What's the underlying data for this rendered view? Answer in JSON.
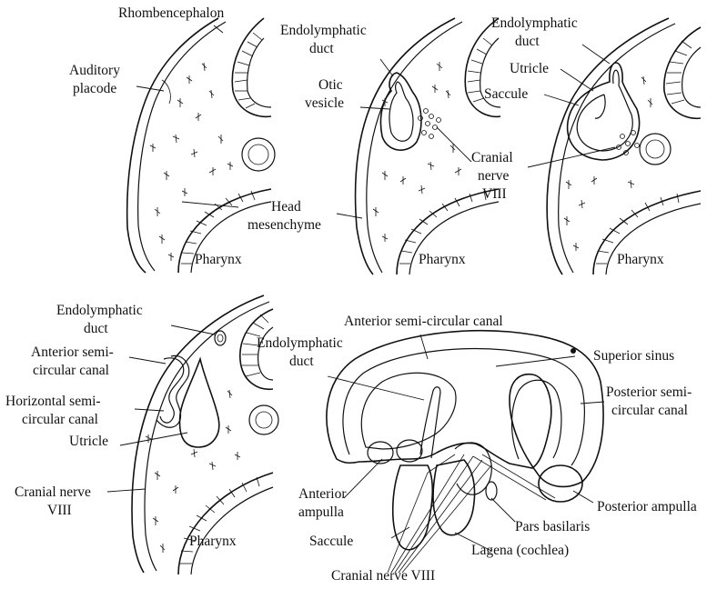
{
  "labels": {
    "rhombencephalon": "Rhombencephalon",
    "auditory_placode_1": "Auditory",
    "auditory_placode_2": "placode",
    "head_mesenchyme_1": "Head",
    "head_mesenchyme_2": "mesenchyme",
    "pharynx_1": "Pharynx",
    "endolymphatic_duct_1_a": "Endolymphatic",
    "endolymphatic_duct_1_b": "duct",
    "otic_vesicle_1": "Otic",
    "otic_vesicle_2": "vesicle",
    "cranial_nerve_1": "Cranial",
    "cranial_nerve_2": "nerve",
    "cranial_nerve_3": "VIII",
    "pharynx_2": "Pharynx",
    "endolymphatic_duct_3_a": "Endolymphatic",
    "endolymphatic_duct_3_b": "duct",
    "utricle_3": "Utricle",
    "saccule_3": "Saccule",
    "pharynx_3": "Pharynx",
    "endolymphatic_duct_4_a": "Endolymphatic",
    "endolymphatic_duct_4_b": "duct",
    "anterior_canal_4_a": "Anterior semi-",
    "anterior_canal_4_b": "circular canal",
    "horizontal_canal_4_a": "Horizontal semi-",
    "horizontal_canal_4_b": "circular canal",
    "utricle_4": "Utricle",
    "cranial_nerve_4_a": "Cranial nerve",
    "cranial_nerve_4_b": "VIII",
    "pharynx_4": "Pharynx",
    "anterior_canal_5": "Anterior semi-circular canal",
    "endolymphatic_duct_5_a": "Endolymphatic",
    "endolymphatic_duct_5_b": "duct",
    "superior_sinus": "Superior sinus",
    "posterior_canal_5_a": "Posterior semi-",
    "posterior_canal_5_b": "circular canal",
    "anterior_ampulla_a": "Anterior",
    "anterior_ampulla_b": "ampulla",
    "posterior_ampulla": "Posterior ampulla",
    "pars_basilaris": "Pars basilaris",
    "saccule_5": "Saccule",
    "lagena": "Lagena (cochlea)",
    "cranial_nerve_5": "Cranial nerve VIII"
  }
}
